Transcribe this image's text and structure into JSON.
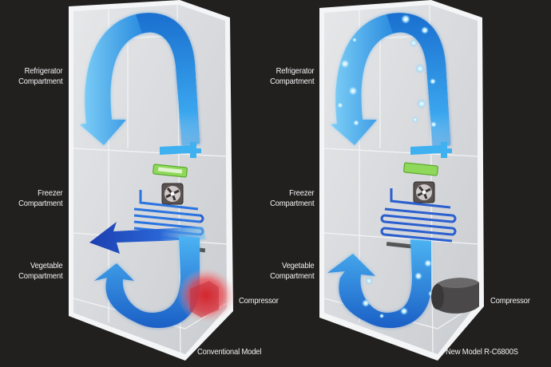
{
  "panels": [
    {
      "id": "conventional",
      "model_label": "Conventional Model",
      "compartments": [
        {
          "line1": "Refrigerator",
          "line2": "Compartment"
        },
        {
          "line1": "Freezer",
          "line2": "Compartment"
        },
        {
          "line1": "Vegetable",
          "line2": "Compartment"
        }
      ],
      "compressor_label": "Compressor",
      "compressor_state": "hot",
      "accent_color": "#e8222a"
    },
    {
      "id": "new-model",
      "model_label": "New Model R-C6800S",
      "compartments": [
        {
          "line1": "Refrigerator",
          "line2": "Compartment"
        },
        {
          "line1": "Freezer",
          "line2": "Compartment"
        },
        {
          "line1": "Vegetable",
          "line2": "Compartment"
        }
      ],
      "compressor_label": "Compressor",
      "compressor_state": "cool",
      "accent_color": "#4a4a4a"
    }
  ],
  "colors": {
    "background": "#221f1f",
    "airflow_blue": "#1f7fd6",
    "airflow_light": "#6cc8f5",
    "cabinet": "#d9dbde",
    "evaporator": "#2a5fd0",
    "damper_green": "#7fd44a"
  },
  "icons": {
    "airflow": "curved-arrow-icon",
    "fan": "fan-icon",
    "compressor": "compressor-icon"
  }
}
